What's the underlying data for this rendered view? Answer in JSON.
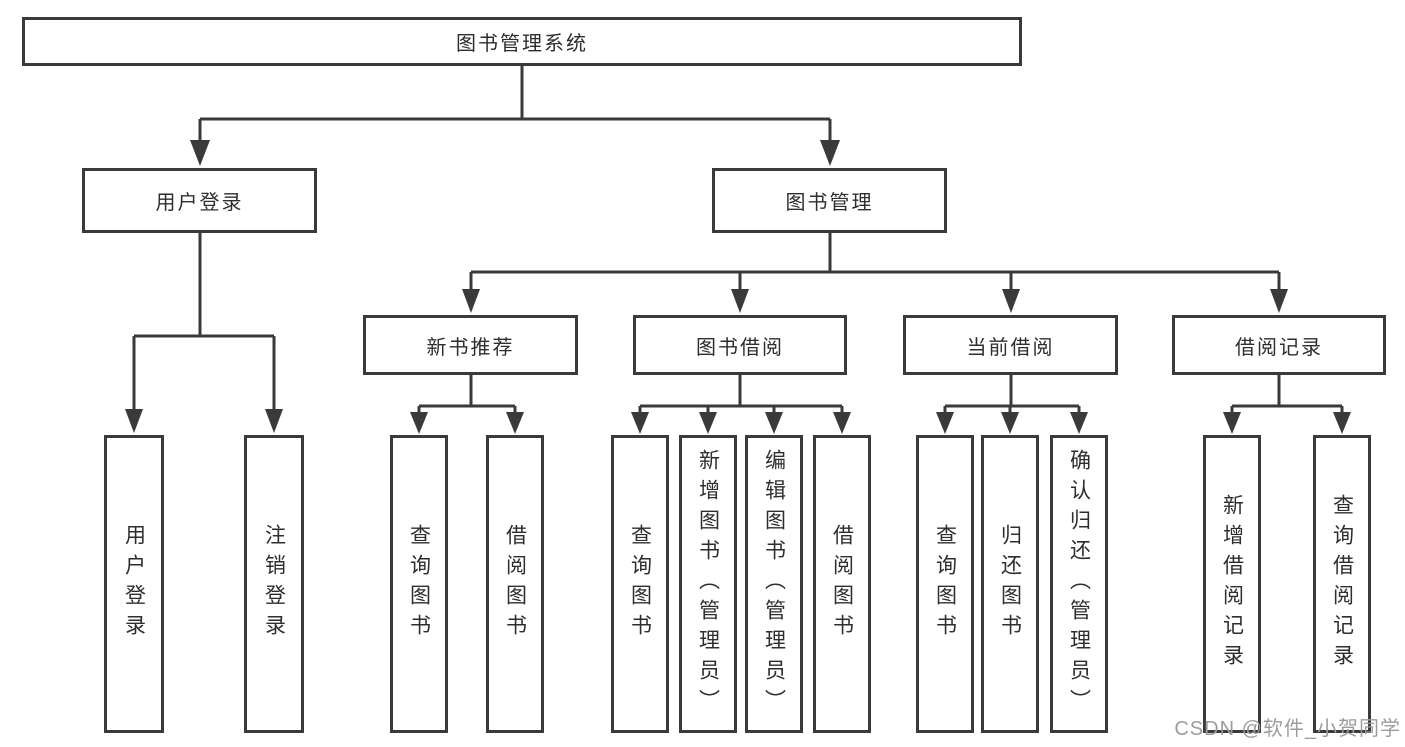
{
  "diagram": {
    "root": {
      "label": "图书管理系统"
    },
    "branches": [
      {
        "label": "用户登录",
        "children": [
          {
            "label": "用户登录"
          },
          {
            "label": "注销登录"
          }
        ]
      },
      {
        "label": "图书管理",
        "children": [
          {
            "label": "新书推荐",
            "children": [
              {
                "label": "查询图书"
              },
              {
                "label": "借阅图书"
              }
            ]
          },
          {
            "label": "图书借阅",
            "children": [
              {
                "label": "查询图书"
              },
              {
                "label": "新增图书（管理员）"
              },
              {
                "label": "编辑图书（管理员）"
              },
              {
                "label": "借阅图书"
              }
            ]
          },
          {
            "label": "当前借阅",
            "children": [
              {
                "label": "查询图书"
              },
              {
                "label": "归还图书"
              },
              {
                "label": "确认归还（管理员）"
              }
            ]
          },
          {
            "label": "借阅记录",
            "children": [
              {
                "label": "新增借阅记录"
              },
              {
                "label": "查询借阅记录"
              }
            ]
          }
        ]
      }
    ]
  },
  "watermark": {
    "text": "CSDN @软件_小贺同学"
  },
  "colors": {
    "line": "#3a3a3a",
    "text": "#2e2e2e",
    "bg": "#ffffff",
    "watermark": "#9c9c9c"
  }
}
